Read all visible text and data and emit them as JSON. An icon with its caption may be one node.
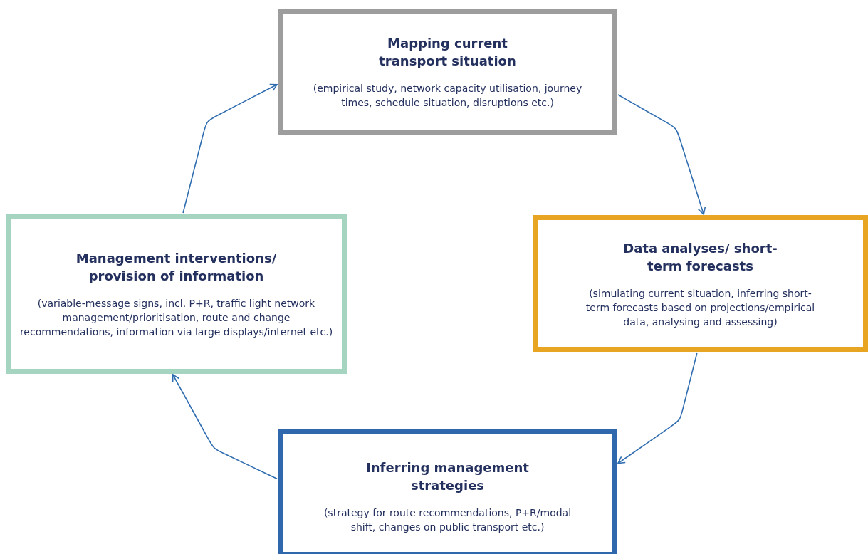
{
  "diagram": {
    "nodes": [
      {
        "text": [
          "Mapping current transport situation",
          "(empirical study, network capacity utilisation, journey times, schedule situation, disruptions etc.)"
        ]
      },
      {
        "text": [
          "Data analyses/ short-term forecasts",
          "(simulating current situation, inferring short-term forecasts based on projections/empirical data, analysing and assessing)"
        ]
      },
      {
        "text": [
          "Inferring management strategies",
          "(strategy for route recommendations, P+R/modal shift, changes on public transport etc.)"
        ]
      },
      {
        "text": [
          "Management interventions/ provision of information",
          "(variable-message signs, incl. P+R, traffic light network management/prioritisation, route and change recommendations, information via large displays/internet etc.)"
        ]
      }
    ],
    "edges": [
      {
        "from": 0,
        "to": 1,
        "arrow": "to"
      },
      {
        "from": 1,
        "to": 2,
        "arrow": "to"
      },
      {
        "from": 2,
        "to": 3,
        "arrow": "to"
      },
      {
        "from": 3,
        "to": 0,
        "arrow": "to"
      }
    ]
  }
}
